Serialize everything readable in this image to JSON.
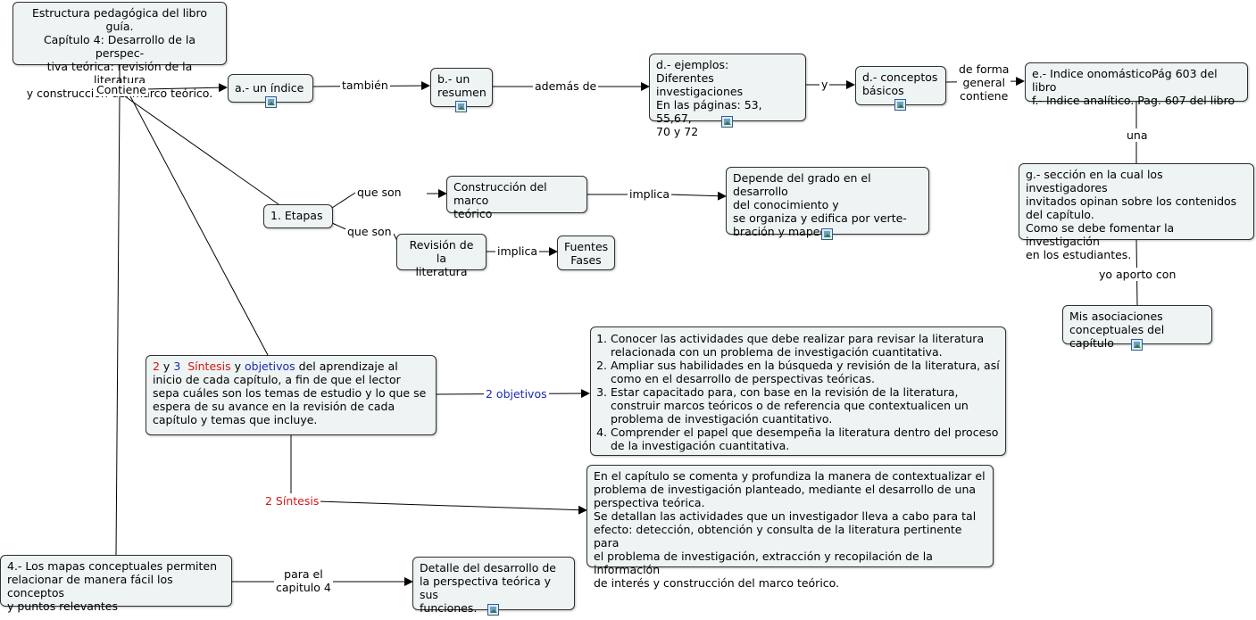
{
  "nodes": {
    "title": "Estructura pedagógica del libro guía.\nCapítulo 4: Desarrollo de la perspec-\ntiva teórica: revisión de la literatura\ny construcción del marco teórico.",
    "indice": "a.- un índice",
    "resumen": "b.- un\nresumen",
    "ejemplos": "d.- ejemplos:\nDiferentes investigaciones\nEn las páginas: 53, 55,67,\n70 y 72",
    "conceptos": "d.- conceptos\nbásicos",
    "onomastico": "e.- Indice onomásticoPág 603 del libro\nf.- Indice analítico. Pag. 607 del libro",
    "seccion": "g.- sección en la cual los investigadores\ninvitados opinan sobre los contenidos\ndel capítulo.\nComo se debe fomentar la investigación\nen los estudiantes.",
    "asociaciones": "Mis asociaciones\nconceptuales del capítulo",
    "etapas": "1. Etapas",
    "construccion": "Construcción del marco\nteórico",
    "depende": "Depende del grado en el desarrollo\ndel conocimiento y\nse organiza y edifica por verte-\nbración y mapeo",
    "revision": "Revisión de la\nliteratura",
    "fuentes": "Fuentes\nFases",
    "sintesis_box": {
      "n2": "2",
      "y": " y ",
      "n3": "3",
      "sintesis": "Síntesis",
      "y2": " y ",
      "objetivos": "objetivos",
      "rest": " del aprendizaje al inicio de cada capítulo, a fin de que el lector sepa cuáles son los temas de estudio y lo que se espera de su avance en la revisión de cada capítulo y temas que incluye."
    },
    "objetivos_list": [
      "Conocer las actividades que debe realizar para revisar la literatura relacionada con un problema de investigación cuantitativa.",
      "Ampliar sus habilidades en la búsqueda y revisión de la literatura, así como en el desarrollo de perspectivas teóricas.",
      "Estar capacitado para, con base en la revisión de la literatura, construir marcos teóricos o de referencia que contextualicen un problema de investigación cuantitativo.",
      "Comprender el papel que desempeña la literatura dentro del proceso de la investigación cuantitativa."
    ],
    "capitulo": "En el capítulo se comenta y profundiza la manera de contextualizar el\nproblema de investigación planteado, mediante el desarrollo de una\nperspectiva teórica.\nSe detallan las actividades que un investigador lleva a cabo para tal\nefecto: detección, obtención y consulta de la literatura pertinente para\nel problema de investigación, extracción y recopilación de la información\nde interés y construcción del marco teórico.",
    "mapas": "4.- Los mapas conceptuales permiten\nrelacionar de manera fácil los conceptos\ny puntos relevantes",
    "detalle": "Detalle del desarrollo de\nla perspectiva teórica y sus\nfunciones."
  },
  "labels": {
    "contiene": "Contiene",
    "tambien": "también",
    "ademas": "además de",
    "y": "y",
    "forma": "de forma\ngeneral\ncontiene",
    "una": "una",
    "yo_aporto": "yo aporto con",
    "que_son_1": "que son",
    "que_son_2": "que son",
    "implica_1": "implica",
    "implica_2": "implica",
    "dos_objetivos": "2 objetivos",
    "dos_sintesis": "2 Síntesis",
    "para_capitulo": "para el\ncapitulo 4"
  },
  "colors": {
    "node_fill": "#eef3f3",
    "red": "#d01818",
    "blue": "#1a2bb5"
  }
}
